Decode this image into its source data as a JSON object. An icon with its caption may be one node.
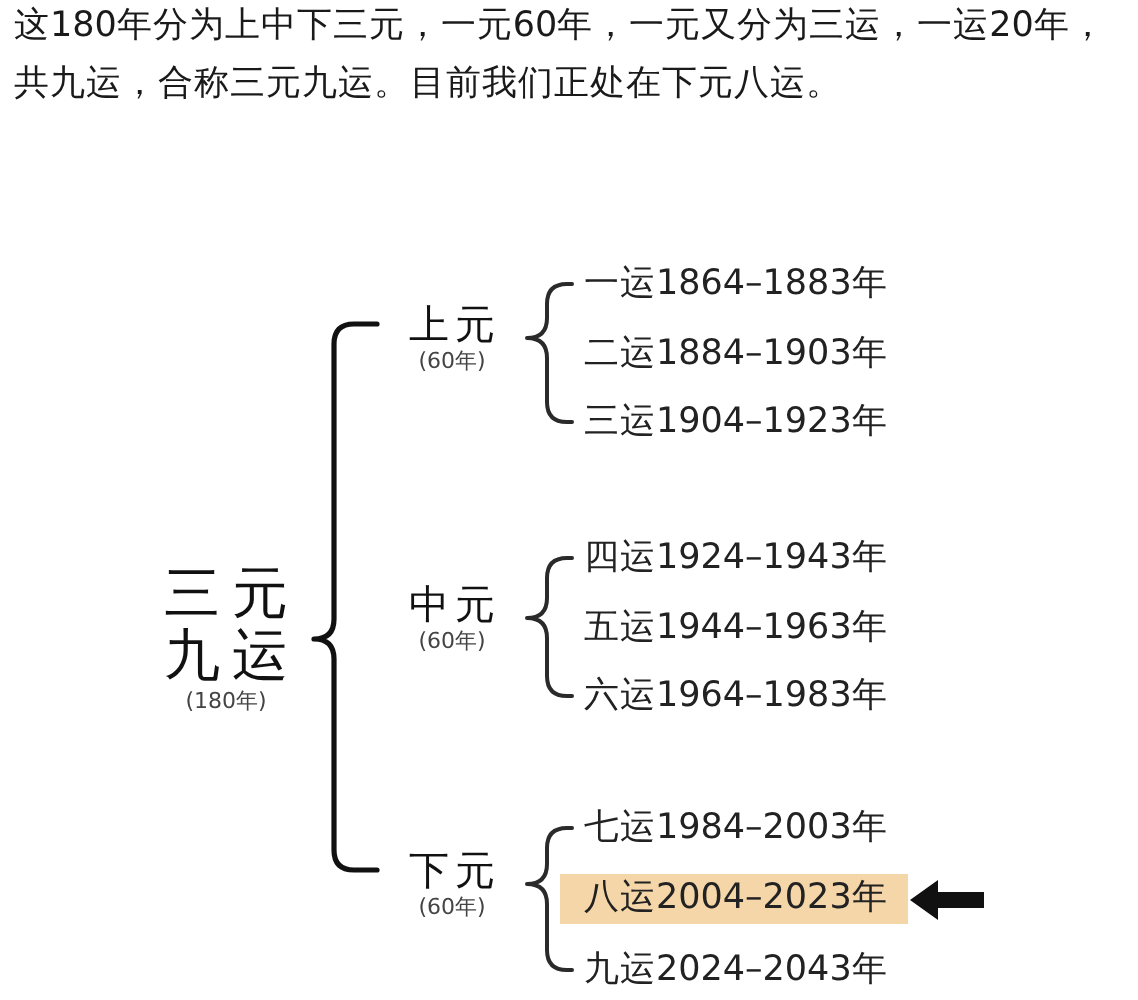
{
  "diagram": {
    "title": "这180年分为上中下三元，一元60年，一元又分为三运，一运20年，共九运，合称三元九运。目前我们正处在下元八运。",
    "nodes": [
      {
        "text": [
          "三元九运",
          "(180年)"
        ]
      },
      {
        "text": [
          "上元",
          "(60年)"
        ]
      },
      {
        "text": [
          "一运1864–1883年"
        ]
      },
      {
        "text": [
          "三运1904–1923年"
        ]
      },
      {
        "text": [
          "中元",
          "(60年)"
        ]
      },
      {
        "text": [
          "四运1924–1943年"
        ]
      },
      {
        "text": [
          "六运1964–1983年"
        ]
      },
      {
        "text": [
          "下元",
          "(60年)"
        ]
      },
      {
        "text": [
          "七运1984–2003年"
        ]
      },
      {
        "text": [
          "八运2004–2023年"
        ]
      },
      {
        "text": [
          "九运2024–2043年"
        ]
      }
    ],
    "edges": [
      {
        "from": 0,
        "to": 1,
        "arrow": "none"
      },
      {
        "from": 0,
        "to": 7,
        "arrow": "none"
      },
      {
        "from": 1,
        "to": 2,
        "arrow": "none"
      },
      {
        "from": 1,
        "to": 3,
        "arrow": "none"
      },
      {
        "from": 4,
        "to": 5,
        "arrow": "none"
      },
      {
        "from": 4,
        "to": 6,
        "arrow": "none"
      },
      {
        "from": 7,
        "to": 8,
        "arrow": "none"
      },
      {
        "from": 7,
        "to": 10,
        "arrow": "none"
      },
      {
        "from": null,
        "to": 9,
        "arrow": "to",
        "style": "thick"
      }
    ],
    "labels": [
      "二运1884–1903年",
      "五运1944–1963年"
    ]
  }
}
